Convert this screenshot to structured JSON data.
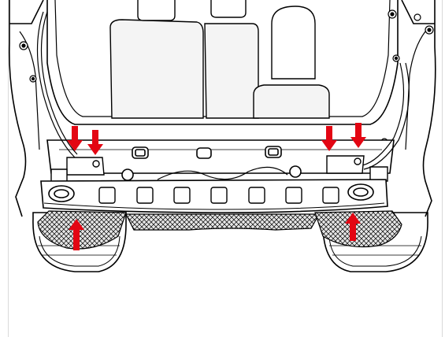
{
  "figure": {
    "colors": {
      "line": "#000000",
      "panel_fill": "#ffffff",
      "seat_fill": "#f4f4f4",
      "mesh_fill": "#e6e6e6",
      "arrow": "#e30613",
      "frame": "#d9d9d9"
    },
    "arrows": {
      "count": 6,
      "items": [
        {
          "direction": "down",
          "icon": "down-arrow-icon"
        },
        {
          "direction": "down",
          "icon": "down-arrow-icon"
        },
        {
          "direction": "down",
          "icon": "down-arrow-icon"
        },
        {
          "direction": "down",
          "icon": "down-arrow-icon"
        },
        {
          "direction": "up",
          "icon": "up-arrow-icon"
        },
        {
          "direction": "up",
          "icon": "up-arrow-icon"
        }
      ]
    },
    "bumper_slot_count": 7
  }
}
